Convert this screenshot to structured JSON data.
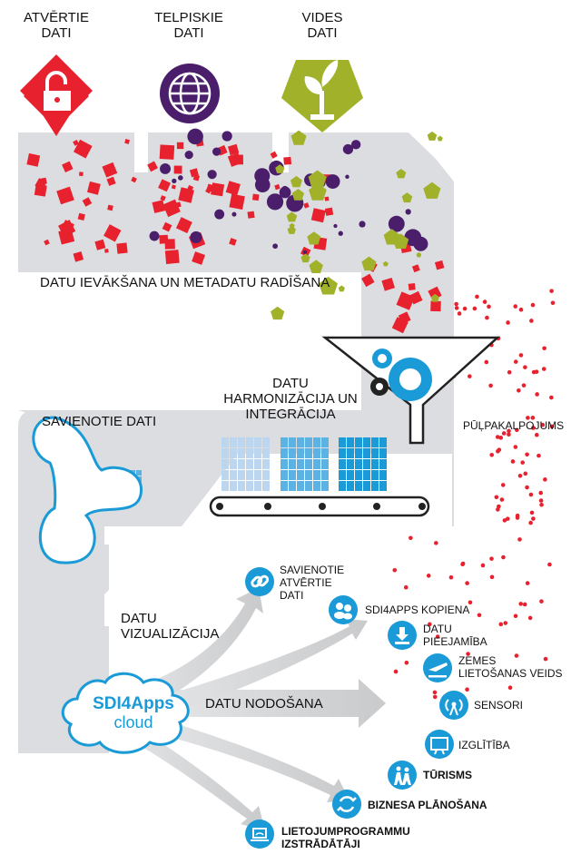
{
  "sources": [
    {
      "line1": "ATVĒRTIE",
      "line2": "DATI",
      "icon": "padlock-icon",
      "color": "#e8212e"
    },
    {
      "line1": "TELPISKIE",
      "line2": "DATI",
      "icon": "globe-icon",
      "color": "#4a1e6b"
    },
    {
      "line1": "VIDES",
      "line2": "DATI",
      "icon": "plant-icon",
      "color": "#a1b12a"
    }
  ],
  "stages": {
    "collection": "DATU IEVĀKŠANA UN METADATU RADĪŠANA",
    "harmonization": [
      "DATU",
      "HARMONIZĀCIJA UN",
      "INTEGRĀCIJA"
    ],
    "linked": "SAVIENOTIE DATI",
    "crowdsourcing": "PŪĻPAKALPOJUMS",
    "visualization": [
      "DATU",
      "VIZUALIZĀCIJA"
    ],
    "delivery": "DATU NODOŠANA"
  },
  "cloud": {
    "line1": "SDI4Apps",
    "line2": "cloud"
  },
  "outputs": [
    {
      "lines": [
        "SAVIENOTIE",
        "ATVĒRTIE",
        "DATI"
      ],
      "icon": "link-icon"
    },
    {
      "lines": [
        "SDI4APPS KOPIENA"
      ],
      "icon": "community-icon"
    },
    {
      "lines": [
        "DATU",
        "PIEEJAMĪBA"
      ],
      "icon": "download-icon"
    },
    {
      "lines": [
        "ZEMES",
        "LIETOŠANAS VEIDS"
      ],
      "icon": "plane-icon"
    },
    {
      "lines": [
        "SENSORI"
      ],
      "icon": "antenna-icon"
    },
    {
      "lines": [
        "IZGLĪTĪBA"
      ],
      "icon": "board-icon"
    },
    {
      "lines": [
        "TŪRISMS"
      ],
      "icon": "hikers-icon"
    },
    {
      "lines": [
        "BIZNESA PLĀNOŠANA"
      ],
      "icon": "business-icon"
    },
    {
      "lines": [
        "LIETOJUMPROGRAMMU",
        "IZSTRĀDĀTĀJI"
      ],
      "icon": "laptop-icon"
    }
  ],
  "colors": {
    "flow": "#dcdde0",
    "accent": "#1a9ad6",
    "red": "#e8212e",
    "purple": "#4a1e6b",
    "olive": "#a1b12a"
  }
}
